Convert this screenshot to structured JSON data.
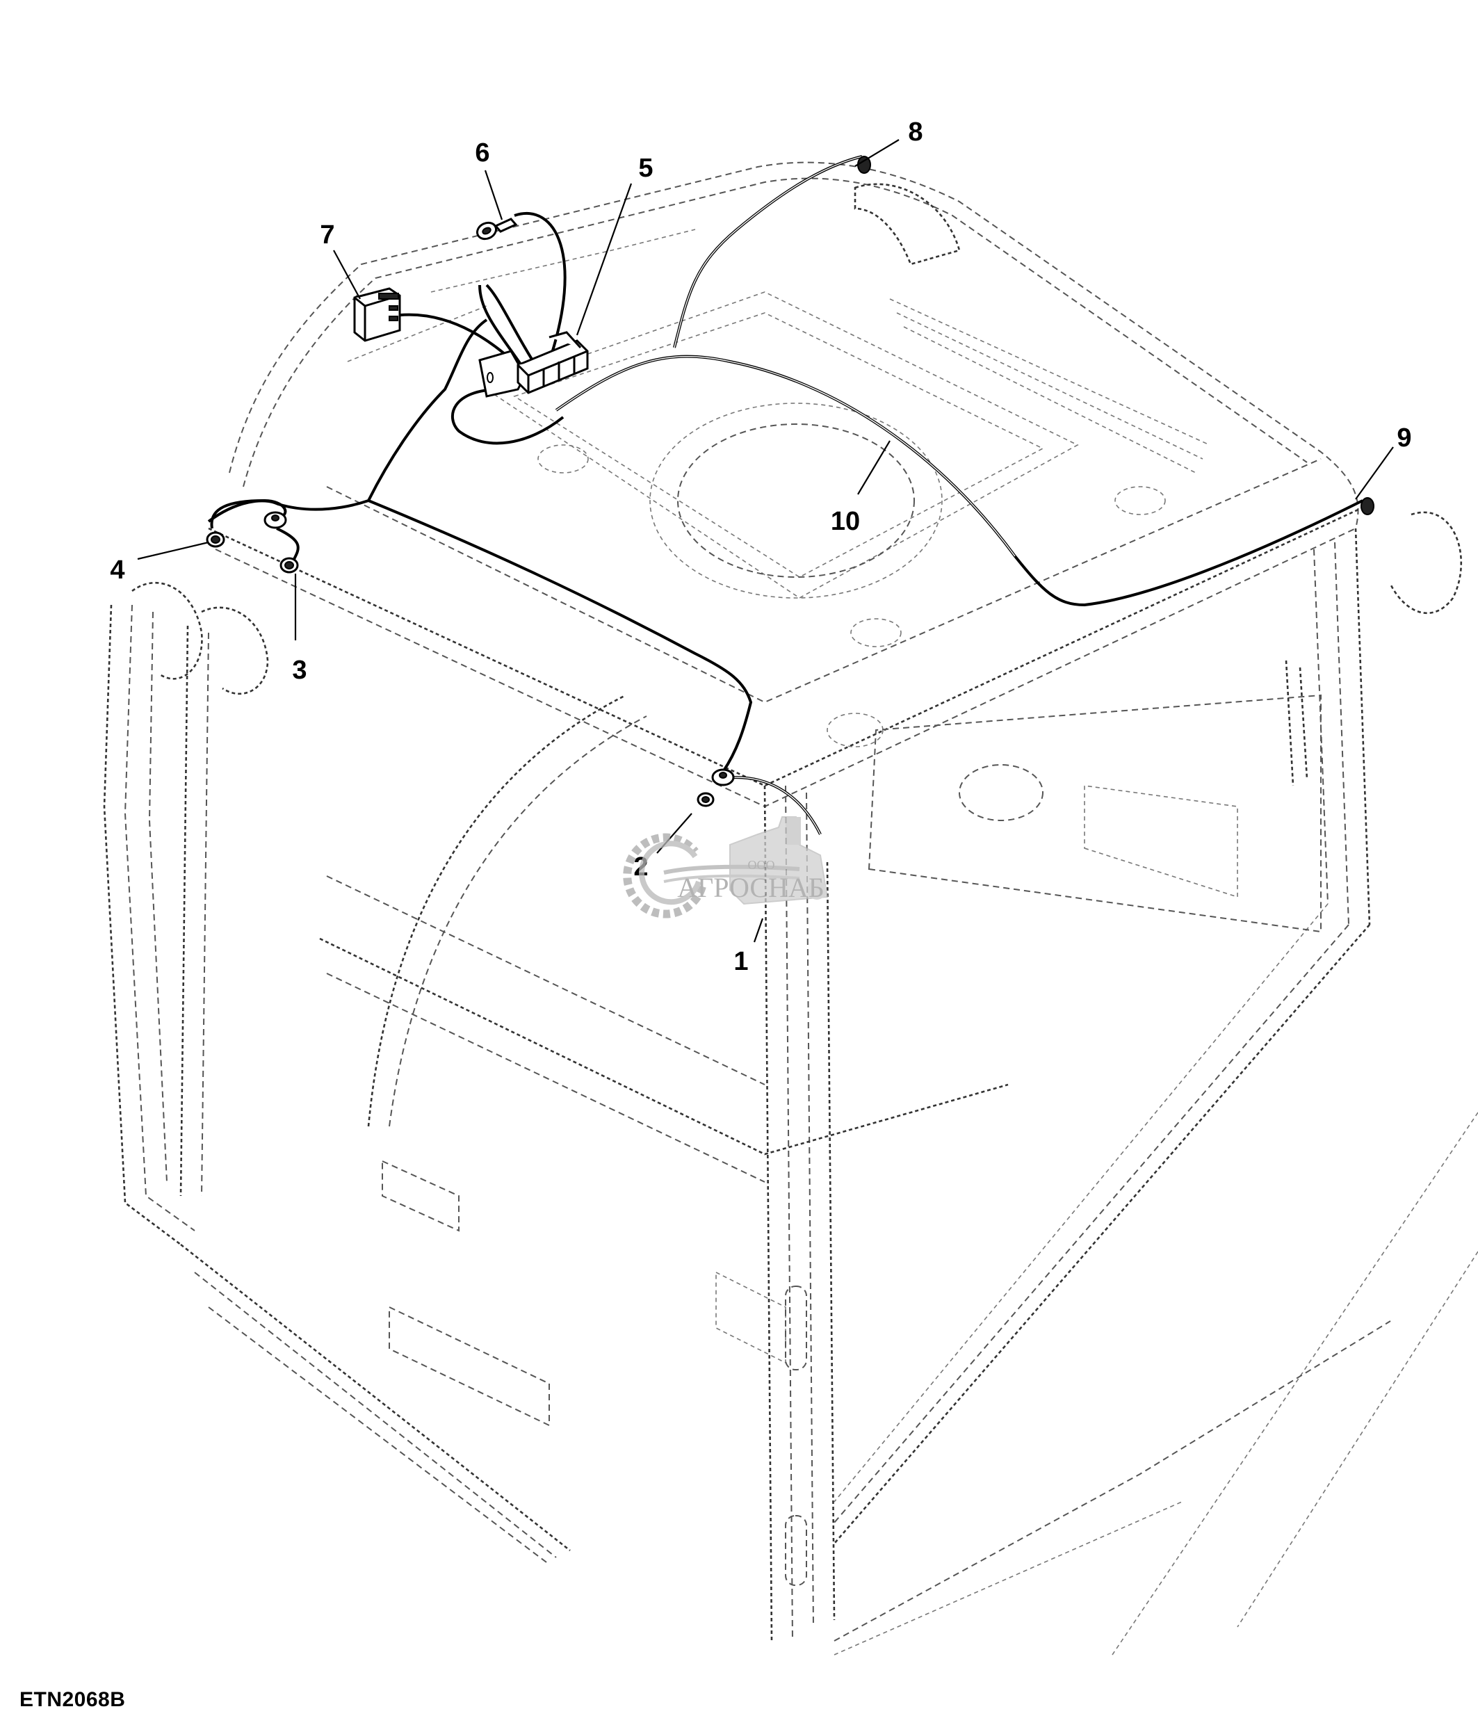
{
  "figure": {
    "id": "ETN2068B",
    "type": "wiring harness installation diagram"
  },
  "callouts": [
    {
      "num": "1"
    },
    {
      "num": "2"
    },
    {
      "num": "3"
    },
    {
      "num": "4"
    },
    {
      "num": "5"
    },
    {
      "num": "6"
    },
    {
      "num": "7"
    },
    {
      "num": "8"
    },
    {
      "num": "9"
    },
    {
      "num": "10"
    }
  ],
  "watermark": {
    "prefix": "ООО",
    "name": "АГРОСНАБ",
    "color": "#9a9a9a"
  }
}
